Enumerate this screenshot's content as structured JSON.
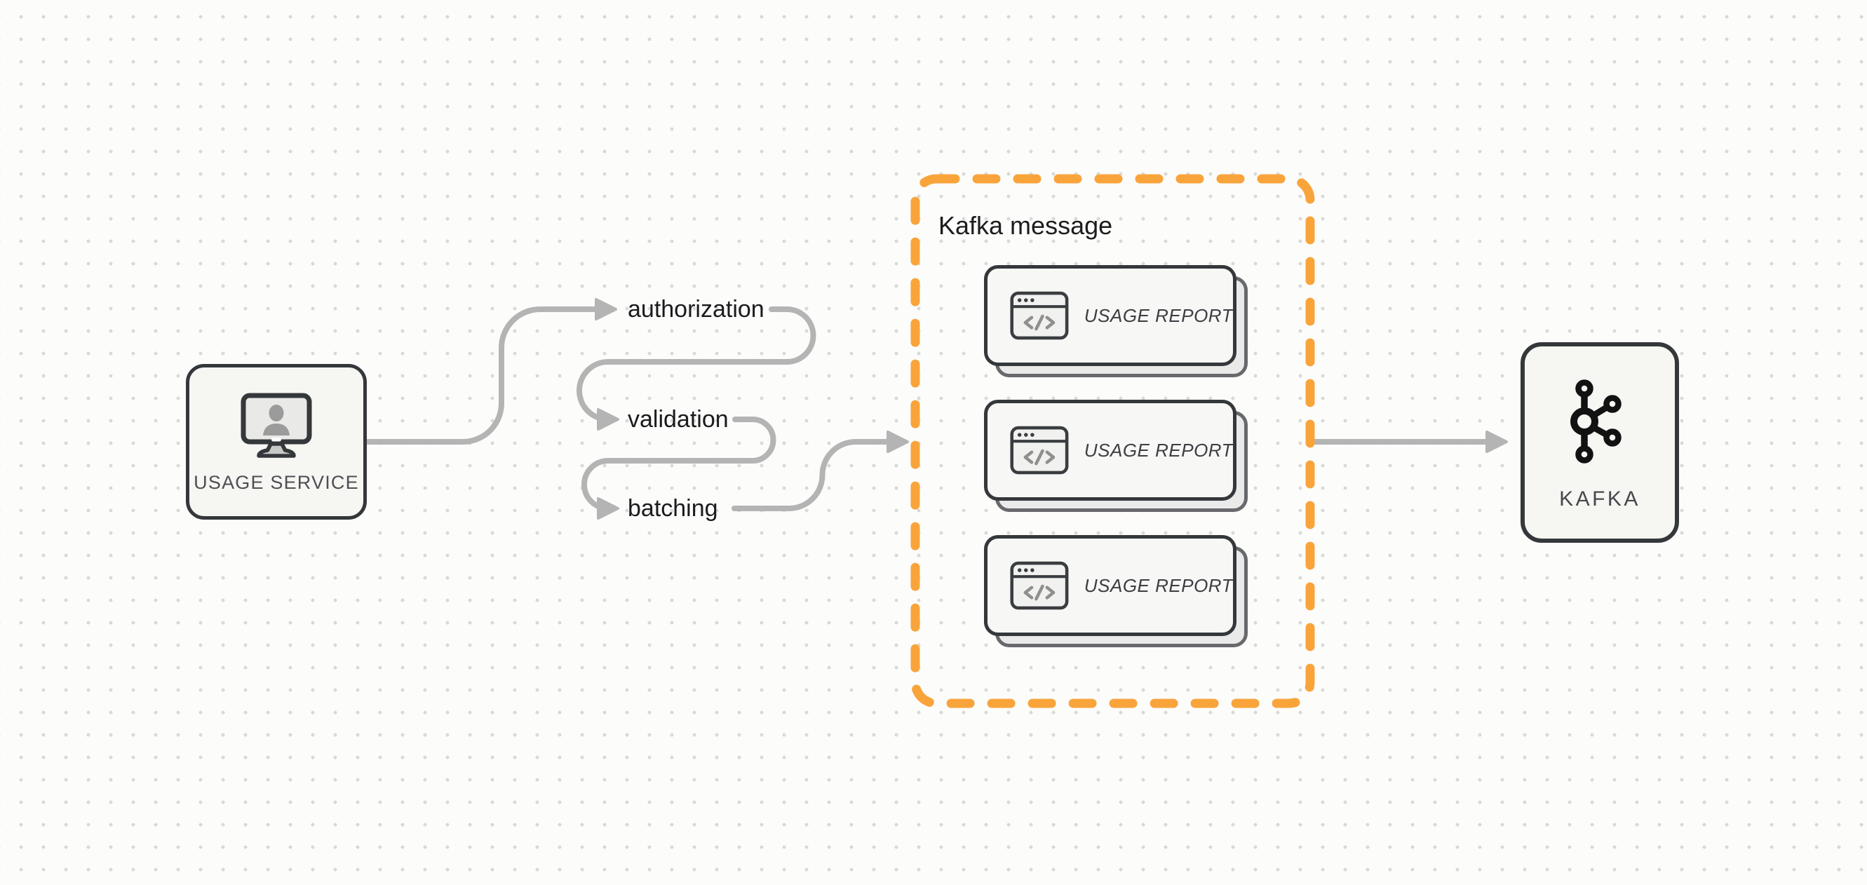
{
  "diagram": {
    "source_node": {
      "label": "USAGE SERVICE",
      "icon": "monitor-user-icon"
    },
    "steps": [
      {
        "label": "authorization"
      },
      {
        "label": "validation"
      },
      {
        "label": "batching"
      }
    ],
    "group": {
      "title": "Kafka message",
      "cards": [
        {
          "label": "USAGE REPORT",
          "icon": "code-window-icon"
        },
        {
          "label": "USAGE REPORT",
          "icon": "code-window-icon"
        },
        {
          "label": "USAGE REPORT",
          "icon": "code-window-icon"
        }
      ]
    },
    "target_node": {
      "label": "KAFKA",
      "icon": "kafka-logo-icon"
    },
    "colors": {
      "accent_orange": "#F9A43B",
      "connector_gray": "#B4B4B4",
      "border_dark": "#35383B",
      "node_fill": "#F6F6F3",
      "background": "#FCFCFB"
    }
  }
}
